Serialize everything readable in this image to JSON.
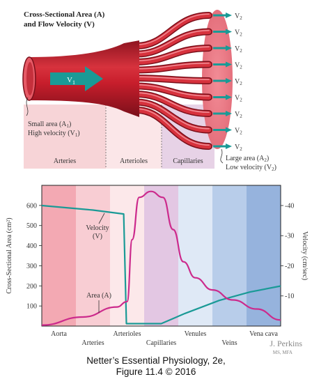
{
  "top_diagram": {
    "title_line1": "Cross-Sectional Area (A)",
    "title_line2": "and Flow Velocity (V)",
    "v1_label": "V",
    "v1_sub": "1",
    "v2_label": "V",
    "v2_sub": "2",
    "small_area_line1": "Small area (A",
    "small_area_line1_sub": "1",
    "small_area_line1_end": ")",
    "small_area_line2": "High velocity (V",
    "small_area_line2_sub": "1",
    "small_area_line2_end": ")",
    "large_area_line1": "Large area (A",
    "large_area_line1_sub": "2",
    "large_area_line1_end": ")",
    "large_area_line2": "Low velocity (V",
    "large_area_line2_sub": "2",
    "large_area_line2_end": ")",
    "section_labels": [
      "Arteries",
      "Arterioles",
      "Capillaries"
    ]
  },
  "chart_data": {
    "type": "line",
    "ylabel_left": "Cross-Sectional Area (cm²)",
    "ylabel_right": "Velocity (cm/sec)",
    "yticks_left": [
      100,
      200,
      300,
      400,
      500,
      600
    ],
    "yticks_right": [
      10,
      20,
      30,
      40
    ],
    "ylim_left": [
      0,
      700
    ],
    "ylim_right": [
      0,
      46.7
    ],
    "regions": [
      {
        "name": "Aorta",
        "color": "#f3a9b3"
      },
      {
        "name": "Arteries",
        "color": "#f8cdd3"
      },
      {
        "name": "Arterioles",
        "color": "#fce8ea"
      },
      {
        "name": "Capillaries",
        "color": "#e3c7e3"
      },
      {
        "name": "Venules",
        "color": "#dfe9f6"
      },
      {
        "name": "Veins",
        "color": "#b8cdea"
      },
      {
        "name": "Vena cava",
        "color": "#96b3dd"
      }
    ],
    "xlabels_top": [
      "Aorta",
      "Arterioles",
      "Venules",
      "Vena cava"
    ],
    "xlabels_bottom": [
      "Arteries",
      "Capillaries",
      "Veins"
    ],
    "series": [
      {
        "name": "Velocity (V)",
        "color": "#1a9a96",
        "axis": "right",
        "points": [
          [
            0,
            40
          ],
          [
            1.5,
            38.5
          ],
          [
            2.4,
            37.2
          ],
          [
            2.48,
            0.8
          ],
          [
            3.5,
            0.8
          ],
          [
            4.2,
            4.2
          ],
          [
            5.2,
            8.5
          ],
          [
            6.1,
            11.3
          ],
          [
            7,
            13.3
          ]
        ]
      },
      {
        "name": "Area (A)",
        "color": "#cc2a8c",
        "axis": "left",
        "points": [
          [
            0,
            5
          ],
          [
            1.2,
            45
          ],
          [
            2.2,
            95
          ],
          [
            2.5,
            122
          ],
          [
            2.65,
            430
          ],
          [
            2.85,
            640
          ],
          [
            3.2,
            670
          ],
          [
            3.55,
            640
          ],
          [
            3.85,
            480
          ],
          [
            4.15,
            320
          ],
          [
            4.5,
            240
          ],
          [
            5.0,
            180
          ],
          [
            5.6,
            130
          ],
          [
            6.3,
            85
          ],
          [
            7,
            30
          ]
        ]
      }
    ]
  },
  "chart_labels": {
    "velocity_line1": "Velocity",
    "velocity_line2": "(V)",
    "area_label": "Area (A)",
    "signature_name": "J. Perkins",
    "signature_cred": "MS, MFA"
  },
  "caption": {
    "line1": "Netter’s Essential Physiology, 2e,",
    "line2": "Figure 11.4 © 2016"
  },
  "colors": {
    "artery_red": "#c81e2c",
    "artery_dark": "#8e1420",
    "arrow_teal": "#1a9a96",
    "area_magenta": "#cc2a8c"
  }
}
